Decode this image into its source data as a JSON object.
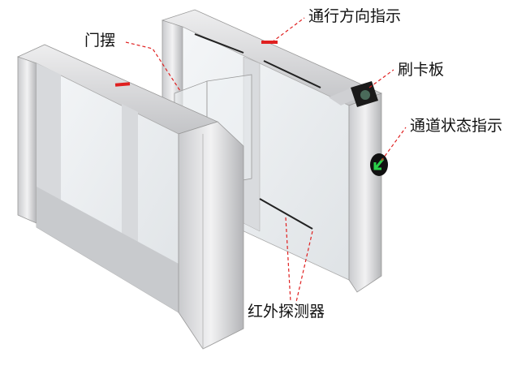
{
  "labels": {
    "swing_gate": "门摆",
    "direction_indicator": "通行方向指示",
    "card_reader": "刷卡板",
    "status_indicator": "通道状态指示",
    "infrared_detector": "红外探测器"
  },
  "colors": {
    "leader_line": "#e02020",
    "indicator_red": "#e02020",
    "indicator_green": "#2bd14a",
    "steel_light": "#e8e8ea",
    "steel_dark": "#a9aaae"
  }
}
